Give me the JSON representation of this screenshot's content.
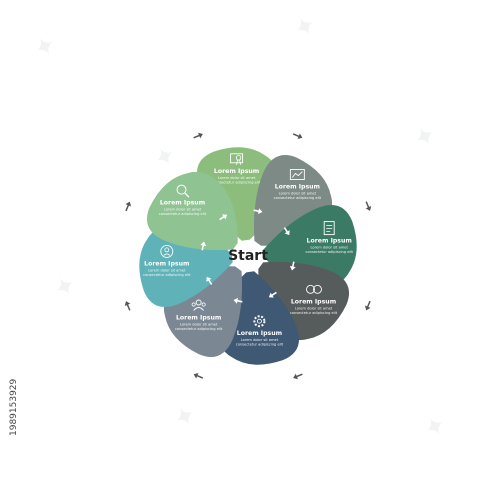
{
  "diagram": {
    "center_label": "Start",
    "steps": [
      {
        "title": "Lorem Ipsum",
        "line1": "Lorem dolor sit amet",
        "line2": "consectetur adipiscing elit",
        "color": "#8cbd7c",
        "icon": "certificate-icon"
      },
      {
        "title": "Lorem Ipsum",
        "line1": "Lorem dolor sit amet",
        "line2": "consectetur adipiscing elit",
        "color": "#7e8a86",
        "icon": "chart-icon"
      },
      {
        "title": "Lorem Ipsum",
        "line1": "Lorem dolor sit amet",
        "line2": "consectetur adipiscing elit",
        "color": "#3b7b66",
        "icon": "document-icon"
      },
      {
        "title": "Lorem Ipsum",
        "line1": "Lorem dolor sit amet",
        "line2": "consectetur adipiscing elit",
        "color": "#565b5c",
        "icon": "money-exchange-icon"
      },
      {
        "title": "Lorem Ipsum",
        "line1": "Lorem dolor sit amet",
        "line2": "consectetur adipiscing elit",
        "color": "#3f5874",
        "icon": "gear-icon"
      },
      {
        "title": "Lorem Ipsum",
        "line1": "Lorem dolor sit amet",
        "line2": "consectetur adipiscing elit",
        "color": "#7b8893",
        "icon": "team-icon"
      },
      {
        "title": "Lorem Ipsum",
        "line1": "Lorem dolor sit amet",
        "line2": "consectetur adipiscing elit",
        "color": "#5fb2b8",
        "icon": "user-idea-icon"
      },
      {
        "title": "Lorem Ipsum",
        "line1": "Lorem dolor sit amet",
        "line2": "consectetur adipiscing elit",
        "color": "#8fc392",
        "icon": "magnifier-icon"
      }
    ]
  },
  "watermark": {
    "id_text": "1989153929",
    "colors": {
      "arrow": "#555555"
    }
  }
}
